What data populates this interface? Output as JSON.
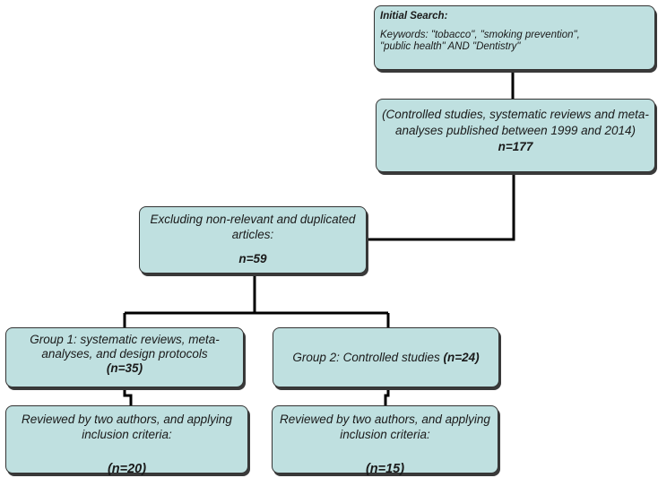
{
  "initial_search": {
    "title": "Initial Search:",
    "keywords_line1": "Keywords: \"tobacco\", \"smoking prevention\",",
    "keywords_line2": "\"public health\" AND \"Dentistry\""
  },
  "controlled_search": {
    "text": "(Controlled studies, systematic reviews and meta-analyses published between 1999 and 2014)",
    "count": "n=177"
  },
  "excluding": {
    "text": "Excluding non-relevant and duplicated articles:",
    "count": "n=59"
  },
  "group1": {
    "text": "Group 1: systematic reviews, meta-analyses, and design protocols",
    "count": "(n=35)"
  },
  "group2": {
    "text": "Group 2: Controlled studies",
    "count": "(n=24)"
  },
  "review1": {
    "text": "Reviewed by two authors, and applying inclusion criteria:",
    "count": "(n=20)"
  },
  "review2": {
    "text": "Reviewed by two authors, and applying inclusion criteria:",
    "count": "(n=15)"
  },
  "colors": {
    "box_fill": "#bfe0e0",
    "box_border": "#333333",
    "connector": "#000000"
  }
}
